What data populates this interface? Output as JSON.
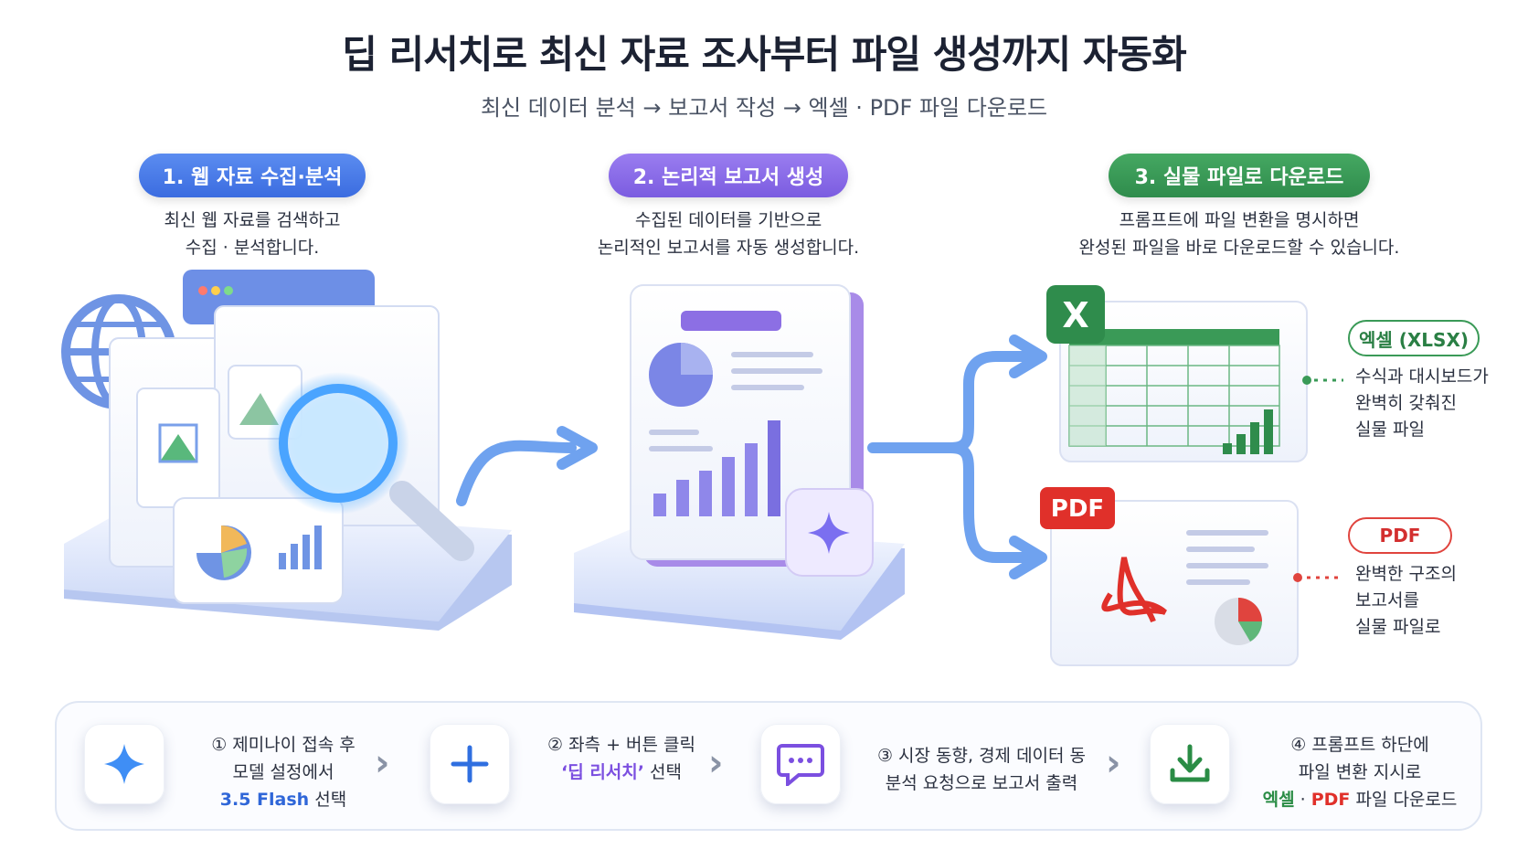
{
  "title": "딥 리서치로 최신 자료 조사부터 파일 생성까지 자동화",
  "subtitle": "최신 데이터 분석 → 보고서 작성 → 엑셀 · PDF 파일 다운로드",
  "steps": [
    {
      "label": "1. 웹 자료 수집·분석",
      "desc_line1": "최신 웹 자료를 검색하고",
      "desc_line2": "수집 · 분석합니다.",
      "color": "#4a7de8"
    },
    {
      "label": "2. 논리적 보고서 생성",
      "desc_line1": "수집된 데이터를 기반으로",
      "desc_line2": "논리적인 보고서를 자동 생성합니다.",
      "color": "#8a6be8"
    },
    {
      "label": "3. 실물 파일로 다운로드",
      "desc_line1": "프롬프트에 파일 변환을 명시하면",
      "desc_line2": "완성된 파일을 바로 다운로드할 수 있습니다.",
      "color": "#3a9a57"
    }
  ],
  "outputs": {
    "xlsx": {
      "badge": "엑셀 (XLSX)",
      "line1": "수식과 대시보드가",
      "line2": "완벽히 갖춰진",
      "line3": "실물 파일",
      "icon_letter": "X"
    },
    "pdf": {
      "badge": "PDF",
      "line1": "완벽한 구조의",
      "line2": "보고서를",
      "line3": "실물 파일로",
      "icon_label": "PDF"
    }
  },
  "bottom_steps": [
    {
      "icon": "sparkle-icon",
      "line1": "① 제미나이 접속 후",
      "line2": "모델 설정에서",
      "line3_highlight": "3.5 Flash",
      "line3_rest": " 선택"
    },
    {
      "icon": "plus-icon",
      "line1": "② 좌측 + 버튼 클릭",
      "line2_highlight": "‘딥 리서치’",
      "line2_rest": " 선택"
    },
    {
      "icon": "chat-icon",
      "line1": "③ 시장 동향, 경제 데이터 동",
      "line2": "분석 요청으로 보고서 출력"
    },
    {
      "icon": "download-icon",
      "line1": "④ 프롬프트 하단에",
      "line2": "파일 변환 지시로",
      "line3_green": "엑셀",
      "line3_sep": " · ",
      "line3_red": "PDF",
      "line3_rest": " 파일 다운로드"
    }
  ],
  "colors": {
    "blue": "#2f66d8",
    "purple": "#7b4fe0",
    "green": "#2a8c45",
    "red": "#e0302a"
  }
}
